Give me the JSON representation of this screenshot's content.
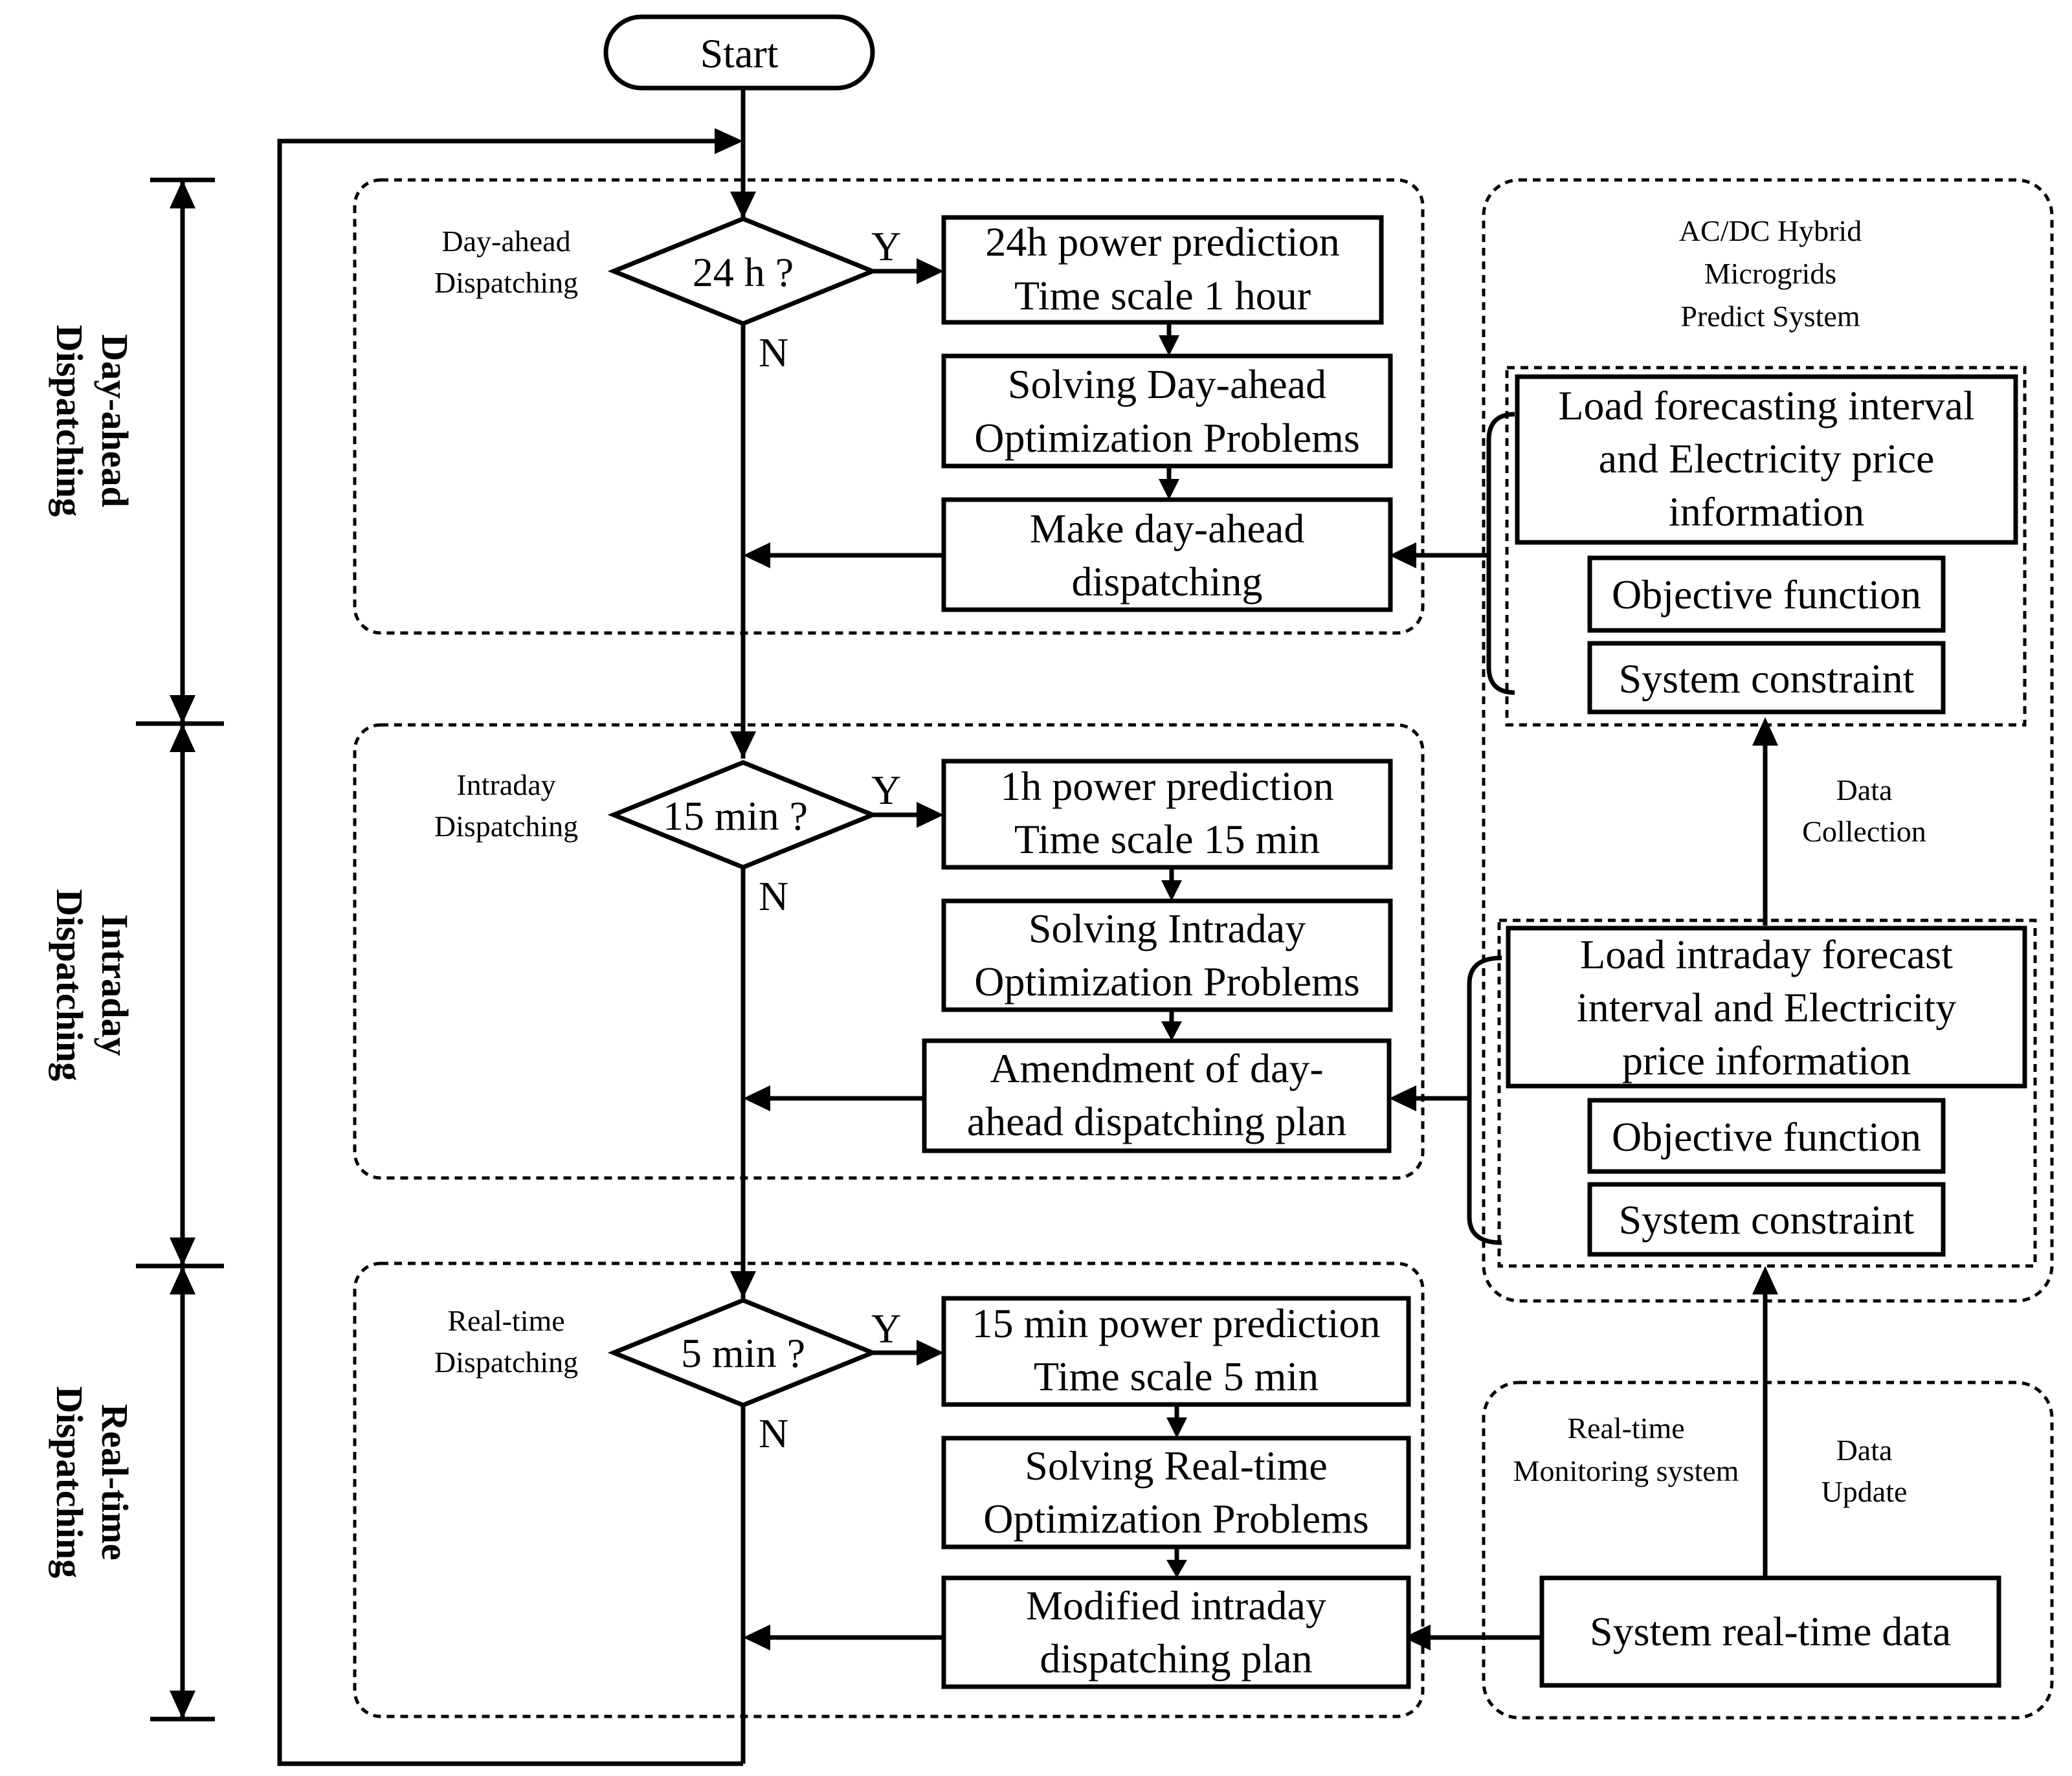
{
  "start": "Start",
  "yes_label": "Y",
  "no_label": "N",
  "sides": {
    "day_ahead": [
      "Day-ahead",
      "Dispatching"
    ],
    "intraday": [
      "Intraday",
      "Dispatching"
    ],
    "real_time": [
      "Real-time",
      "Dispatching"
    ]
  },
  "day_ahead": {
    "section": [
      "Day-ahead",
      "Dispatching"
    ],
    "decision": "24 h ?",
    "steps": [
      [
        "24h power prediction",
        "Time scale 1 hour"
      ],
      [
        "Solving Day-ahead",
        "Optimization Problems"
      ],
      [
        "Make day-ahead",
        "dispatching"
      ]
    ]
  },
  "intraday": {
    "section": [
      "Intraday",
      "Dispatching"
    ],
    "decision": "15 min ?",
    "steps": [
      [
        "1h power prediction",
        "Time scale 15 min"
      ],
      [
        "Solving Intraday",
        "Optimization Problems"
      ],
      [
        "Amendment of day-",
        "ahead dispatching plan"
      ]
    ]
  },
  "real_time": {
    "section": [
      "Real-time",
      "Dispatching"
    ],
    "decision": "5 min ?",
    "steps": [
      [
        "15 min power prediction",
        "Time scale 5 min"
      ],
      [
        "Solving Real-time",
        "Optimization Problems"
      ],
      [
        "Modified intraday",
        "dispatching plan"
      ]
    ]
  },
  "predict_system": {
    "title": [
      "AC/DC Hybrid",
      "Microgrids",
      "Predict System"
    ],
    "day_ahead_info": [
      "Load forecasting interval",
      "and Electricity price",
      "information"
    ],
    "intraday_info": [
      "Load intraday forecast",
      "interval and Electricity",
      "price information"
    ],
    "objective": "Objective function",
    "constraint": "System constraint",
    "data_collection": [
      "Data",
      "Collection"
    ]
  },
  "monitoring": {
    "title": [
      "Real-time",
      "Monitoring system"
    ],
    "data_update": [
      "Data",
      "Update"
    ],
    "realtime_data": "System real-time data"
  }
}
